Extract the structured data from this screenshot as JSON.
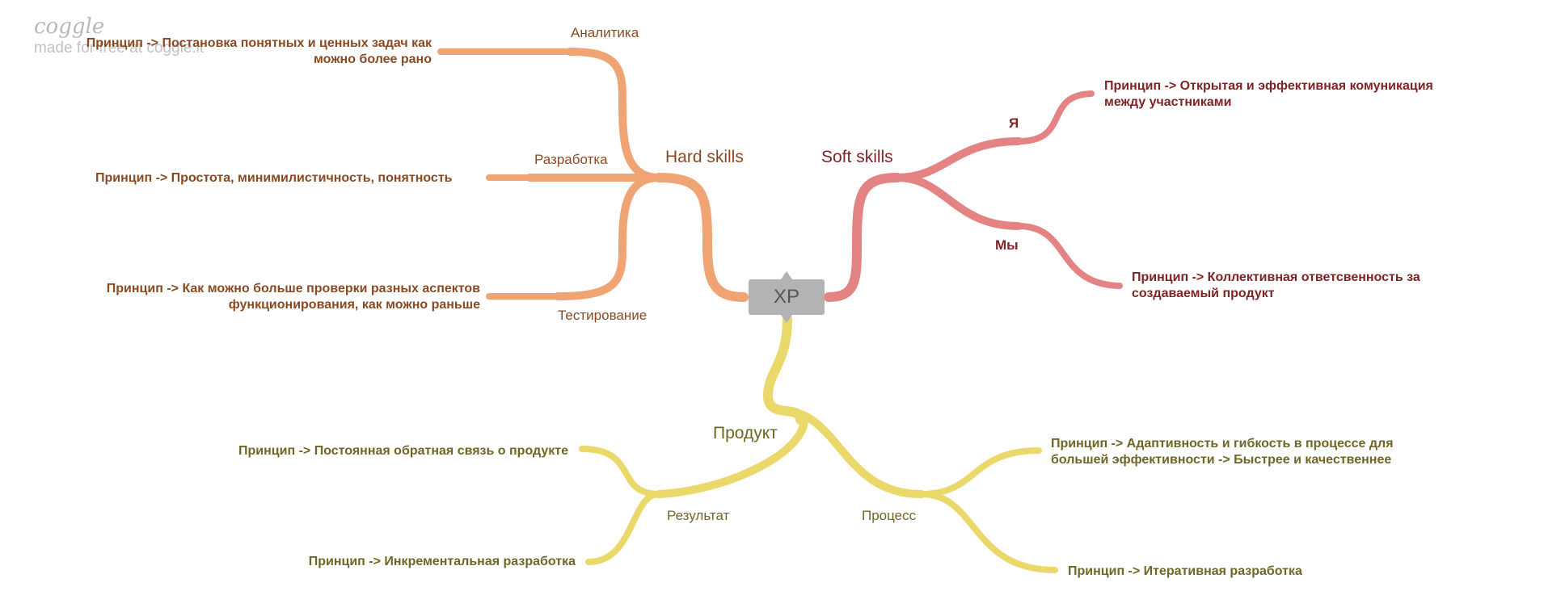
{
  "branding": {
    "logo": "coggle",
    "tagline": "made for free at coggle.it"
  },
  "colors": {
    "hard": "#f0a474",
    "soft": "#e48383",
    "product": "#ead96a",
    "center_node": "#b3b3b3",
    "hard_text": "#8a4a21",
    "soft_text": "#7d2424",
    "product_text": "#6f6626"
  },
  "root": {
    "label": "XP"
  },
  "branches": {
    "hard": {
      "label": "Hard skills",
      "analytics": {
        "label": "Аналитика",
        "leaf": [
          "Принцип -> Постановка понятных и ценных задач как",
          "можно более рано"
        ]
      },
      "development": {
        "label": "Разработка",
        "leaf": "Принцип -> Простота, минимилистичность, понятность"
      },
      "testing": {
        "label": "Тестирование",
        "leaf": [
          "Принцип -> Как можно больше проверки разных аспектов",
          "функционирования, как можно раньше"
        ]
      }
    },
    "soft": {
      "label": "Soft skills",
      "me": {
        "label": "Я",
        "leaf": [
          "Принцип -> Открытая и эффективная комуникация",
          "между участниками"
        ]
      },
      "we": {
        "label": "Мы",
        "leaf": [
          "Принцип -> Коллективная ответсвенность за",
          "создаваемый продукт"
        ]
      }
    },
    "product": {
      "label": "Продукт",
      "result": {
        "label": "Результат",
        "leaf_top": "Принцип -> Постоянная обратная связь о продукте",
        "leaf_bottom": "Принцип -> Инкрементальная разработка"
      },
      "process": {
        "label": "Процесс",
        "leaf_top": [
          "Принцип -> Адаптивность и гибкость в процессе для",
          "большей эффективности -> Быстрее и качественнее"
        ],
        "leaf_bottom": "Принцип -> Итеративная разработка"
      }
    }
  }
}
